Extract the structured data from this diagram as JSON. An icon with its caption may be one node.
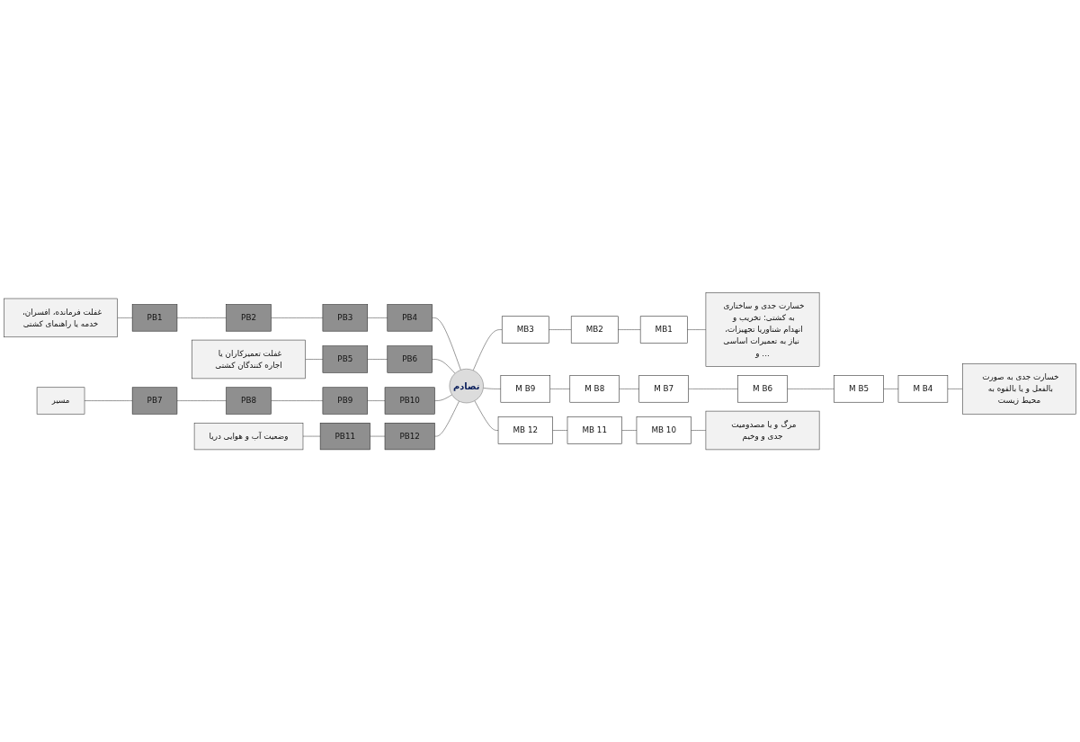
{
  "diagram": {
    "nodes": [
      {
        "text": [
          "غفلت فرمانده، افسران، خدمه یا راهنمای کشتی"
        ]
      },
      {
        "text": [
          "PB1"
        ]
      },
      {
        "text": [
          "PB2"
        ]
      },
      {
        "text": [
          "PB3"
        ]
      },
      {
        "text": [
          "PB4"
        ]
      },
      {
        "text": [
          "غفلت تعمیرکاران یا اجاره کنندگان کشتی"
        ]
      },
      {
        "text": [
          "PB5"
        ]
      },
      {
        "text": [
          "PB6"
        ]
      },
      {
        "text": [
          "مسیر"
        ]
      },
      {
        "text": [
          "PB7"
        ]
      },
      {
        "text": [
          "PB8"
        ]
      },
      {
        "text": [
          "PB9"
        ]
      },
      {
        "text": [
          "PB10"
        ]
      },
      {
        "text": [
          "PB12"
        ]
      },
      {
        "text": [
          "PB11"
        ]
      },
      {
        "text": [
          "وضعیت آب و هوایی دریا"
        ]
      },
      {
        "text": [
          "تصادم"
        ]
      },
      {
        "text": [
          "خسارت جدی و ساختاری به کشتی: تخریب و انهدام شناوریا تجهیزات، نیاز به تعمیرات اساسی و ..."
        ]
      },
      {
        "text": [
          "MB1"
        ]
      },
      {
        "text": [
          "MB2"
        ]
      },
      {
        "text": [
          "MB3"
        ]
      },
      {
        "text": [
          "M B9"
        ]
      },
      {
        "text": [
          "M B8"
        ]
      },
      {
        "text": [
          "M B7"
        ]
      },
      {
        "text": [
          "M B6"
        ]
      },
      {
        "text": [
          "M B5"
        ]
      },
      {
        "text": [
          "M B4"
        ]
      },
      {
        "text": [
          "خسارت جدی به صورت بالفعل و یا بالقوه به محیط زیست"
        ]
      },
      {
        "text": [
          "MB 12"
        ]
      },
      {
        "text": [
          "MB 11"
        ]
      },
      {
        "text": [
          "MB 10"
        ]
      },
      {
        "text": [
          "مرگ و یا مصدومیت جدی و وخیم"
        ]
      }
    ],
    "edges": [
      {
        "from": 0,
        "to": 1,
        "arrow": "none"
      },
      {
        "from": 1,
        "to": 2,
        "arrow": "none"
      },
      {
        "from": 2,
        "to": 3,
        "arrow": "none"
      },
      {
        "from": 3,
        "to": 4,
        "arrow": "none"
      },
      {
        "from": 4,
        "to": 16,
        "arrow": "none"
      },
      {
        "from": 5,
        "to": 6,
        "arrow": "none"
      },
      {
        "from": 6,
        "to": 7,
        "arrow": "none"
      },
      {
        "from": 7,
        "to": 16,
        "arrow": "none"
      },
      {
        "from": 8,
        "to": 9,
        "arrow": "none"
      },
      {
        "from": 9,
        "to": 10,
        "arrow": "none"
      },
      {
        "from": 10,
        "to": 11,
        "arrow": "none"
      },
      {
        "from": 11,
        "to": 12,
        "arrow": "none"
      },
      {
        "from": 12,
        "to": 16,
        "arrow": "none"
      },
      {
        "from": 15,
        "to": 14,
        "arrow": "none"
      },
      {
        "from": 14,
        "to": 13,
        "arrow": "none"
      },
      {
        "from": 13,
        "to": 16,
        "arrow": "none"
      },
      {
        "from": 16,
        "to": 20,
        "arrow": "none"
      },
      {
        "from": 20,
        "to": 19,
        "arrow": "none"
      },
      {
        "from": 19,
        "to": 18,
        "arrow": "none"
      },
      {
        "from": 18,
        "to": 17,
        "arrow": "none"
      },
      {
        "from": 16,
        "to": 21,
        "arrow": "none"
      },
      {
        "from": 21,
        "to": 22,
        "arrow": "none"
      },
      {
        "from": 22,
        "to": 23,
        "arrow": "none"
      },
      {
        "from": 23,
        "to": 24,
        "arrow": "none"
      },
      {
        "from": 24,
        "to": 25,
        "arrow": "none"
      },
      {
        "from": 25,
        "to": 26,
        "arrow": "none"
      },
      {
        "from": 26,
        "to": 27,
        "arrow": "none"
      },
      {
        "from": 16,
        "to": 28,
        "arrow": "none"
      },
      {
        "from": 28,
        "to": 29,
        "arrow": "none"
      },
      {
        "from": 29,
        "to": 30,
        "arrow": "none"
      },
      {
        "from": 30,
        "to": 31,
        "arrow": "none"
      }
    ]
  }
}
